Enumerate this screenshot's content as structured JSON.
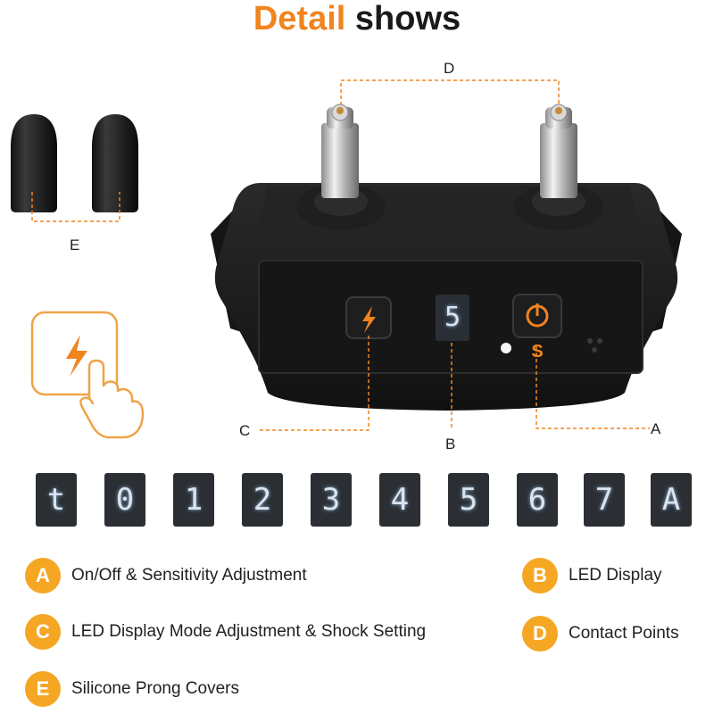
{
  "title": {
    "part1": "Detail",
    "part2": "shows"
  },
  "callouts": {
    "a": "A",
    "b": "B",
    "c": "C",
    "d": "D",
    "e": "E"
  },
  "device": {
    "display_value": "5",
    "power_label": "S"
  },
  "display_modes": [
    "t",
    "0",
    "1",
    "2",
    "3",
    "4",
    "5",
    "6",
    "7",
    "A"
  ],
  "legend": [
    {
      "letter": "A",
      "text": "On/Off & Sensitivity Adjustment"
    },
    {
      "letter": "B",
      "text": "LED Display"
    },
    {
      "letter": "C",
      "text": "LED Display Mode Adjustment & Shock Setting"
    },
    {
      "letter": "D",
      "text": "Contact Points"
    },
    {
      "letter": "E",
      "text": "Silicone Prong Covers"
    }
  ],
  "colors": {
    "accent": "#f0841e",
    "badge": "#f5a623",
    "device_body": "#1b1b1b",
    "led_text": "#dbe4ee"
  },
  "icons": [
    "lightning-icon",
    "power-icon",
    "pointing-hand-icon"
  ]
}
